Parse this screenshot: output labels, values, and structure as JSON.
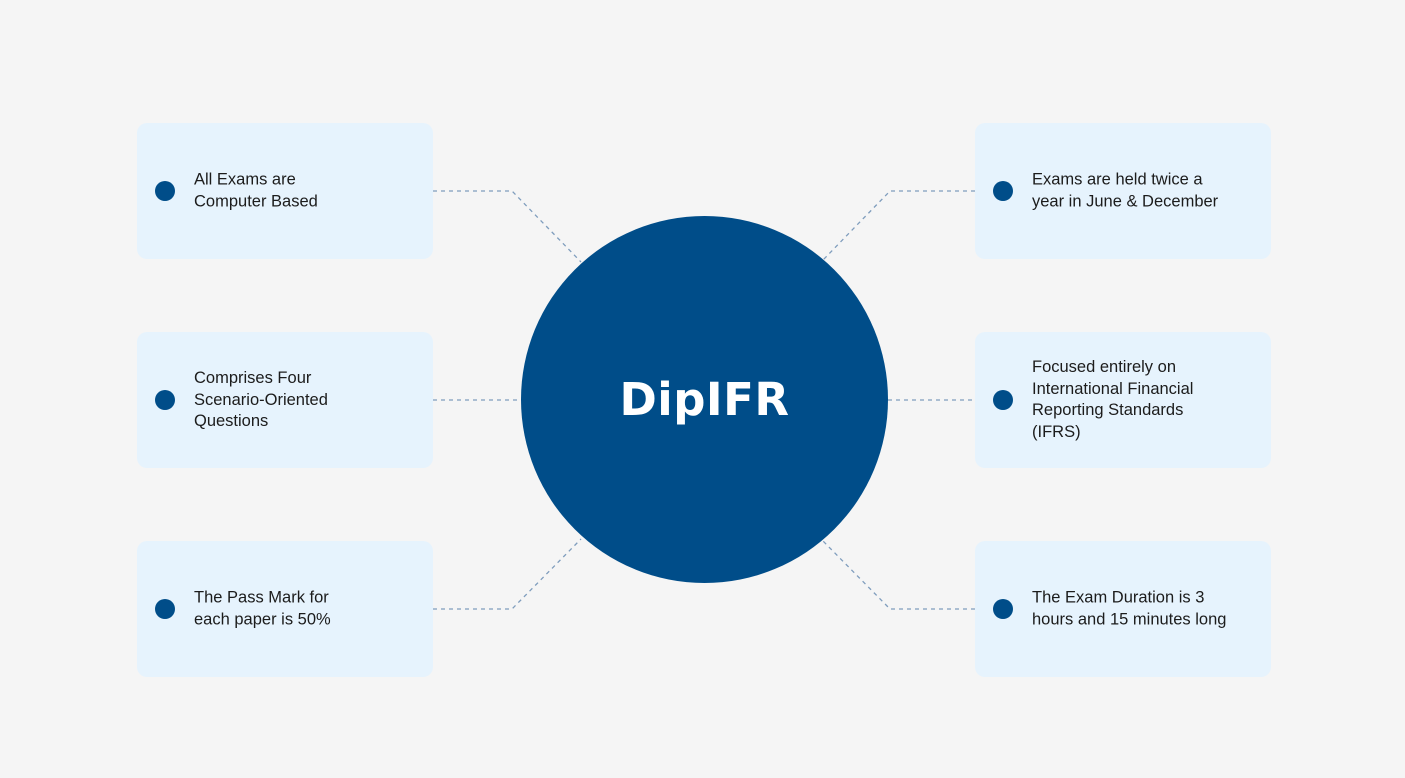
{
  "hub": {
    "title": "DipIFR",
    "color": "#004d89"
  },
  "cards": [
    {
      "id": "computer-based",
      "text": "All Exams are\nComputer Based"
    },
    {
      "id": "twice-a-year",
      "text": "Exams are held twice a\nyear in June & December"
    },
    {
      "id": "four-questions",
      "text": "Comprises Four\nScenario-Oriented\nQuestions"
    },
    {
      "id": "ifrs-focus",
      "text": "Focused entirely on\nInternational Financial\nReporting Standards\n(IFRS)"
    },
    {
      "id": "pass-mark",
      "text": "The Pass Mark for\neach paper is 50%"
    },
    {
      "id": "exam-duration",
      "text": "The Exam Duration  is 3\nhours and 15 minutes long"
    }
  ],
  "colors": {
    "background": "#f5f5f5",
    "card_background": "#e6f3fd",
    "accent": "#004d89",
    "connector": "#7f9dbd"
  }
}
